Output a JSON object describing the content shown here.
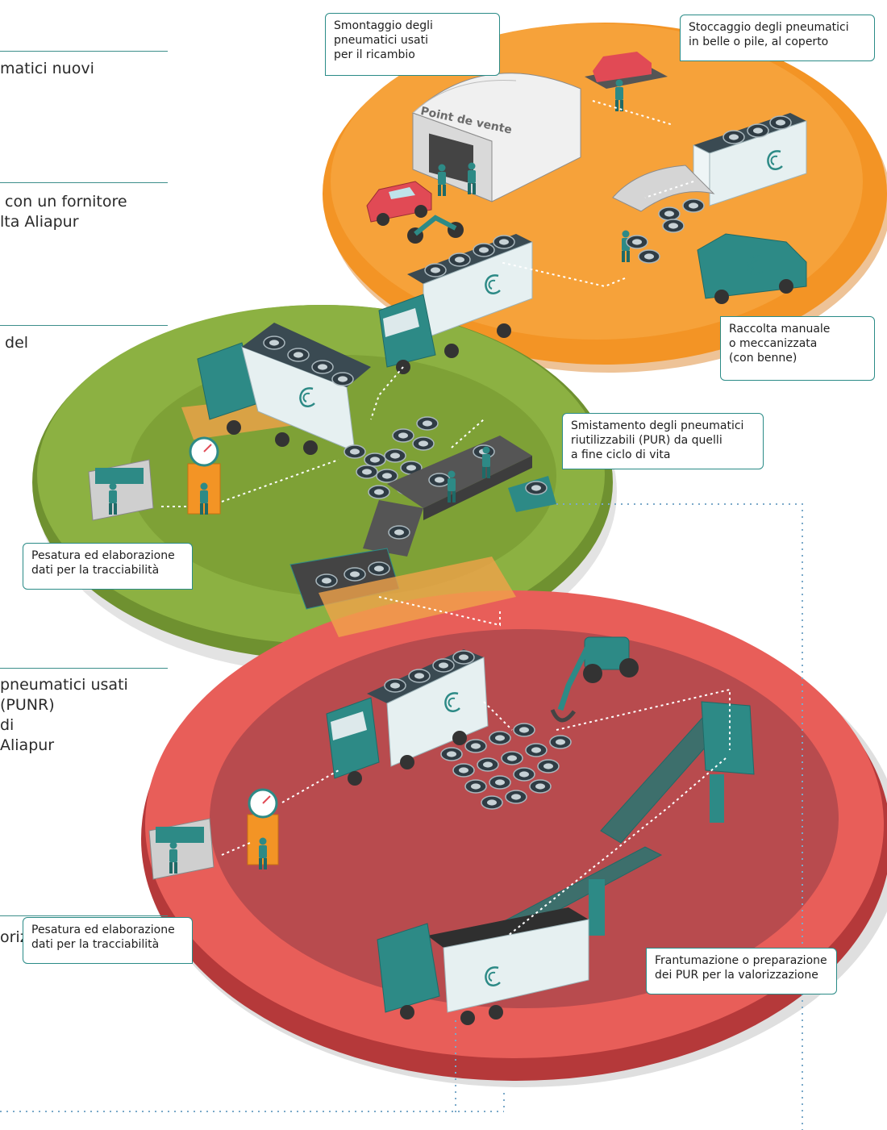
{
  "side_panel": {
    "step_1": "matici nuovi",
    "step_2": " con un fornitore\nlta Aliapur",
    "step_3": " del",
    "step_4": "pneumatici usati\n(PUNR)\ndi\nAliapur",
    "step_5": "orizzatori"
  },
  "callouts": {
    "smontaggio": "Smontaggio degli\npneumatici usati\nper il ricambio",
    "stoccaggio": "Stoccaggio degli pneumatici\nin belle o pile, al coperto",
    "raccolta": "Raccolta manuale\no meccanizzata\n(con benne)",
    "smistamento": "Smistamento degli pneumatici\nriutilizzabili (PUR) da quelli\na fine ciclo di vita",
    "pesatura_1": "Pesatura ed elaborazione\ndati per la tracciabilità",
    "pesatura_2": "Pesatura ed elaborazione\ndati per la tracciabilità",
    "frantumazione": "Frantumazione o preparazione\ndei PUR per la valorizzazione"
  },
  "signage": {
    "shop_sign": "Point de vente"
  },
  "colors": {
    "orange_platform": "#f39425",
    "orange_platform_edge": "#d97b19",
    "green_platform": "#8cb142",
    "green_platform_edge": "#6f9130",
    "red_platform": "#e85e59",
    "red_platform_edge": "#b5393a",
    "teal": "#2d8a86",
    "accent_line": "#3d8f8b"
  },
  "icons": {
    "logo": "aliapur-c-logo-icon",
    "truck": "truck-icon",
    "tyre": "tyre-icon",
    "scale_dial": "scale-dial-icon",
    "control_desk": "control-desk-icon",
    "conveyor": "conveyor-icon",
    "grabber": "grab-crane-icon",
    "car": "car-icon",
    "motorcycle": "motorcycle-icon",
    "van": "van-icon"
  }
}
